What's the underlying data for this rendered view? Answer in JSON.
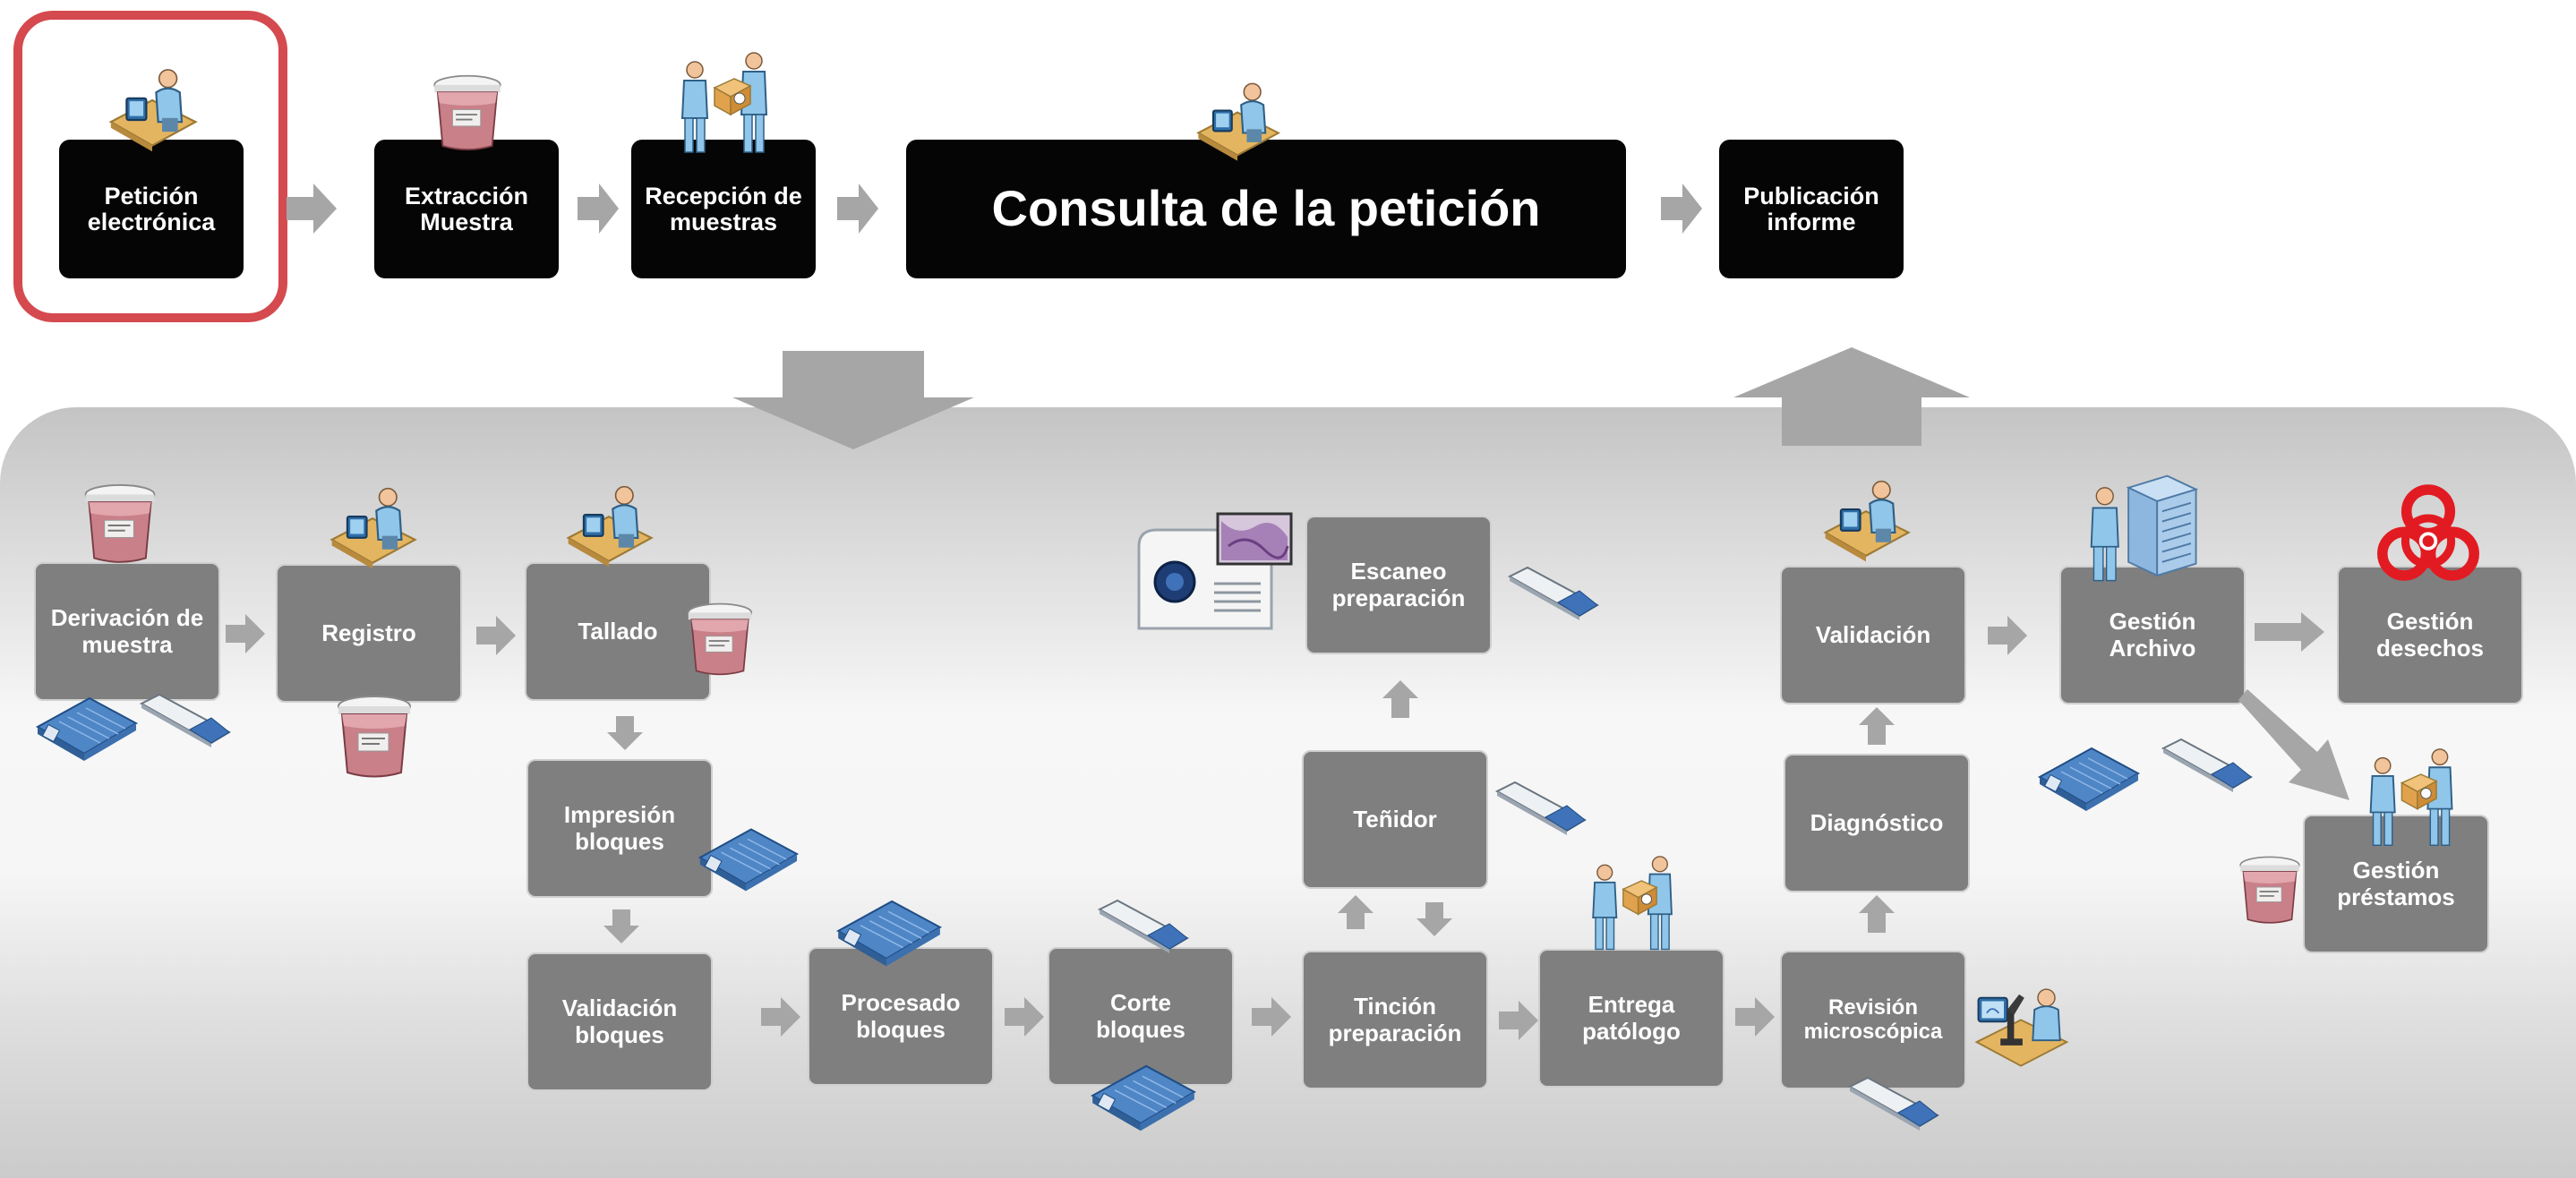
{
  "top_flow": [
    {
      "id": "peticion",
      "label": "Petición\nelectrónica"
    },
    {
      "id": "extraccion",
      "label": "Extracción\nMuestra"
    },
    {
      "id": "recepcion",
      "label": "Recepción de\nmuestras"
    },
    {
      "id": "consulta",
      "label": "Consulta de la petición"
    },
    {
      "id": "publicacion",
      "label": "Publicación\ninforme"
    }
  ],
  "lab_steps": {
    "derivacion": "Derivación de\nmuestra",
    "registro": "Registro",
    "tallado": "Tallado",
    "impresion": "Impresión\nbloques",
    "validacion_bloques": "Validación\nbloques",
    "procesado": "Procesado\nbloques",
    "corte": "Corte\nbloques",
    "tincion": "Tinción\npreparación",
    "tenidor": "Teñidor",
    "escaneo": "Escaneo\npreparación",
    "entrega": "Entrega\npatólogo",
    "revision": "Revisión\nmicroscópica",
    "diagnostico": "Diagnóstico",
    "validacion": "Validación",
    "archivo": "Gestión\nArchivo",
    "desechos": "Gestión\ndesechos",
    "prestamos": "Gestión\npréstamos"
  },
  "icons": {
    "user_workstation": "user-at-computer-icon",
    "specimen_jar": "specimen-jar-icon",
    "handover": "people-handover-icon",
    "cassette": "tissue-cassette-icon",
    "slide": "glass-slide-icon",
    "scanner": "slide-scanner-icon",
    "microscope": "microscope-workstation-icon",
    "archive": "archive-server-icon",
    "biohazard": "biohazard-icon"
  },
  "colors": {
    "top_box": "#050505",
    "step_box": "#7f7f7f",
    "arrow": "#a6a6a6",
    "highlight": "#d44a4f",
    "biohazard": "#e21b22"
  }
}
